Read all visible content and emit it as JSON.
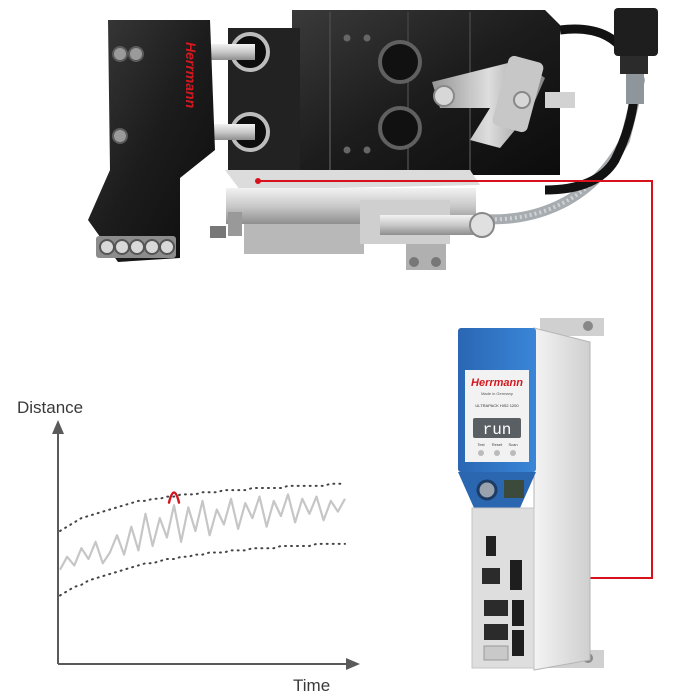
{
  "brand": {
    "logo_text": "Herrmann",
    "tagline": "Made in Germany",
    "accent_color": "#d41820"
  },
  "generator": {
    "model": "ULTRAPACK HiS2 1200",
    "display_text": "run",
    "buttons": [
      "Test",
      "Reset",
      "Scan"
    ]
  },
  "chart": {
    "y_axis_label": "Distance",
    "x_axis_label": "Time"
  },
  "colors": {
    "cable": "#d8121c",
    "generator_blue": "#2f73c4",
    "signal_gray": "#c6c6c6",
    "dotted_band": "#444444",
    "peak_highlight": "#d8121c"
  },
  "chart_data": {
    "type": "line",
    "title": "",
    "xlabel": "Time",
    "ylabel": "Distance",
    "x": [
      0,
      1,
      2,
      3,
      4,
      5,
      6,
      7,
      8,
      9,
      10,
      11,
      12,
      13,
      14,
      15,
      16,
      17,
      18,
      19,
      20,
      21,
      22,
      23,
      24,
      25,
      26,
      27,
      28,
      29,
      30,
      31,
      32,
      33,
      34,
      35,
      36,
      37,
      38,
      39,
      40
    ],
    "series": [
      {
        "values": [
          42,
          48,
          44,
          52,
          47,
          55,
          45,
          50,
          58,
          49,
          62,
          51,
          68,
          53,
          66,
          57,
          72,
          55,
          71,
          60,
          74,
          58,
          70,
          63,
          75,
          61,
          73,
          66,
          76,
          62,
          74,
          67,
          77,
          64,
          75,
          68,
          76,
          65,
          74,
          69,
          75
        ]
      }
    ],
    "upper_limit": [
      60,
      62,
      64,
      66,
      67,
      68,
      69,
      70,
      71,
      72,
      73,
      74,
      74,
      75,
      75,
      76,
      76,
      77,
      77,
      77,
      78,
      78,
      78,
      79,
      79,
      79,
      79,
      80,
      80,
      80,
      80,
      80,
      81,
      81,
      81,
      81,
      81,
      81,
      82,
      82,
      82
    ],
    "lower_limit": [
      30,
      32,
      34,
      35,
      37,
      38,
      39,
      40,
      41,
      42,
      43,
      44,
      45,
      45,
      46,
      47,
      47,
      48,
      48,
      49,
      49,
      50,
      50,
      50,
      51,
      51,
      51,
      52,
      52,
      52,
      52,
      53,
      53,
      53,
      53,
      53,
      54,
      54,
      54,
      54,
      54
    ],
    "highlight_index": 16,
    "grid": false,
    "legend": "none"
  }
}
